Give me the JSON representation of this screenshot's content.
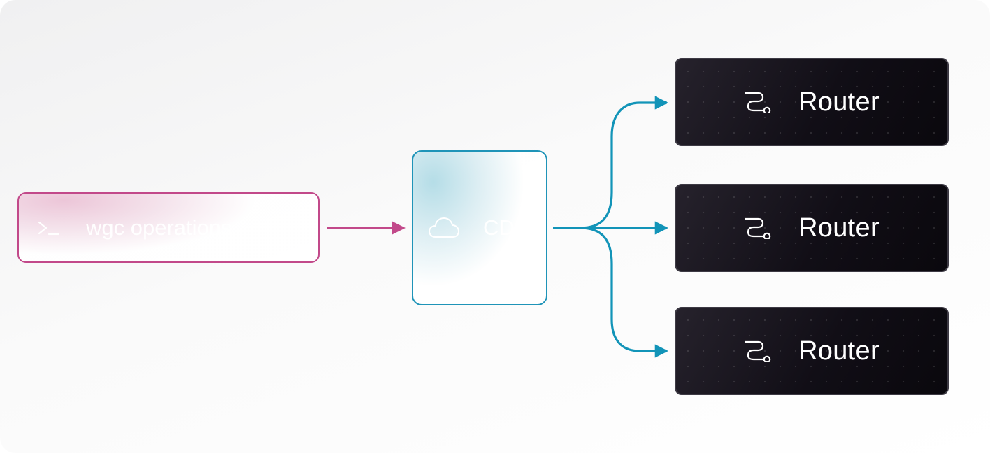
{
  "diagram": {
    "source": {
      "label": "wgc operations",
      "icon": "terminal-icon",
      "color": "#c2498a"
    },
    "cdn": {
      "label": "CDN",
      "icon": "cloud-icon",
      "color": "#1f94b8"
    },
    "routers": [
      {
        "label": "Router",
        "icon": "route-icon"
      },
      {
        "label": "Router",
        "icon": "route-icon"
      },
      {
        "label": "Router",
        "icon": "route-icon"
      }
    ],
    "edges": [
      {
        "from": "source",
        "to": "cdn",
        "color": "#c2498a"
      },
      {
        "from": "cdn",
        "to": "router-1",
        "color": "#1294b8"
      },
      {
        "from": "cdn",
        "to": "router-2",
        "color": "#1294b8"
      },
      {
        "from": "cdn",
        "to": "router-3",
        "color": "#1294b8"
      }
    ]
  }
}
